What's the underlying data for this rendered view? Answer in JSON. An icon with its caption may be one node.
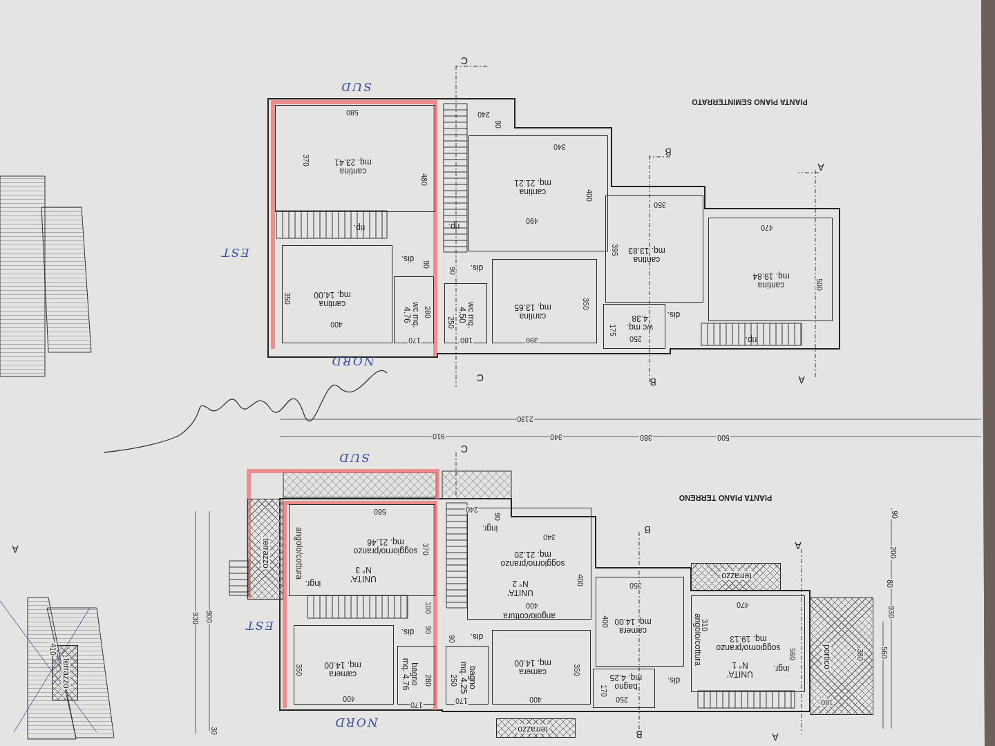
{
  "diagram": {
    "nodes": [
      {
        "text": [
          "cantina mq. 23.41"
        ]
      },
      {
        "text": [
          "cantina mq. 14.00"
        ]
      },
      {
        "text": [
          "wc mq. 4.76"
        ]
      },
      {
        "text": [
          "cantina mq. 21.21"
        ]
      },
      {
        "text": [
          "wc mq. 4.50"
        ]
      },
      {
        "text": [
          "cantina mq. 13.65"
        ]
      },
      {
        "text": [
          "cantina mq. 13.83"
        ]
      },
      {
        "text": [
          "wc mq. 4.38"
        ]
      },
      {
        "text": [
          "cantina mq. 19.84"
        ]
      },
      {
        "text": [
          "terrazzo"
        ]
      },
      {
        "text": [
          "UNITA' N° 3",
          "soggiorno/pranzo mq. 21.46",
          "angolo/cottura",
          "ingr."
        ]
      },
      {
        "text": [
          "camera mq. 14.00"
        ]
      },
      {
        "text": [
          "bagno mq. 4.76"
        ]
      },
      {
        "text": [
          "UNITA' N° 2",
          "soggiorno/pranzo mq. 21.20",
          "angolo/cottura",
          "ingr."
        ]
      },
      {
        "text": [
          "camera mq. 14.00"
        ]
      },
      {
        "text": [
          "bagno mq. 4.25"
        ]
      },
      {
        "text": [
          "terrazzo"
        ]
      },
      {
        "text": [
          "camera mq. 14.00"
        ]
      },
      {
        "text": [
          "bagno mq. 4.25"
        ]
      },
      {
        "text": [
          "terrazzo"
        ]
      },
      {
        "text": [
          "UNITA' N° 1",
          "soggiorno/pranzo mq. 19.13",
          "angolo/cottura",
          "ingr."
        ]
      },
      {
        "text": [
          "portico"
        ]
      },
      {
        "text": [
          "terrazzo"
        ]
      }
    ],
    "labels": [
      "PIANTA PIANO SEMINTERRATO",
      "SUD",
      "C",
      "580",
      "240",
      "90",
      "340",
      "B",
      "A",
      "370",
      "480",
      "400",
      "350",
      "490",
      "470",
      "rip.",
      "rip.",
      "EST",
      "395",
      "dis.",
      "90",
      "dis.",
      "90",
      "500",
      "350",
      "280",
      "350",
      "dis.",
      "250",
      "400",
      "175",
      "170",
      "180",
      "390",
      "250",
      "rip.",
      "NORD",
      "C",
      "B",
      "A",
      "2130",
      "910",
      "340",
      "380",
      "500",
      "C",
      "SUD",
      "PIANTA PIANO TERRENO",
      "580",
      "240",
      "90",
      "90",
      "B",
      "340",
      "370",
      "A",
      "200",
      "400",
      "350",
      "80",
      "400",
      "470",
      "100",
      "930",
      "930",
      "900",
      "EST",
      "dis.",
      "90",
      "90",
      "dis.",
      "400",
      "310",
      "560",
      "380",
      "560",
      "350",
      "350",
      "280",
      "250",
      "dis.",
      "170",
      "400",
      "170",
      "170",
      "400",
      "250",
      "180",
      "NORD",
      "30",
      "B",
      "A",
      "A",
      "410"
    ]
  }
}
